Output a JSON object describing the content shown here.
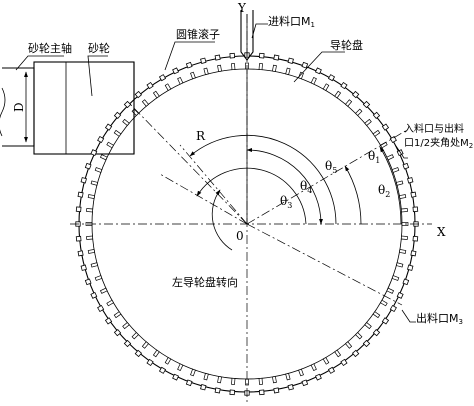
{
  "labels": {
    "grinding_spindle": "砂轮主轴",
    "grinding_wheel": "砂轮",
    "tapered_roller": "圆锥滚子",
    "inlet": "进料口M",
    "inlet_sub": "1",
    "guide_disk": "导轮盘",
    "mid_point_line1": "入料口与出料",
    "mid_point_line2": "口1/2夹角处M",
    "mid_point_sub": "2",
    "outlet": "出料口M",
    "outlet_sub": "3",
    "rotation": "左导轮盘转向",
    "axis_x": "X",
    "axis_y": "Y",
    "origin": "0",
    "radius": "R",
    "diameter": "D"
  },
  "angles": [
    {
      "id": "theta1",
      "symbol": "θ",
      "sub": "1"
    },
    {
      "id": "theta2",
      "symbol": "θ",
      "sub": "2"
    },
    {
      "id": "theta3",
      "symbol": "θ",
      "sub": "3"
    },
    {
      "id": "theta4",
      "symbol": "θ",
      "sub": "4"
    },
    {
      "id": "theta5",
      "symbol": "θ",
      "sub": "5"
    }
  ]
}
